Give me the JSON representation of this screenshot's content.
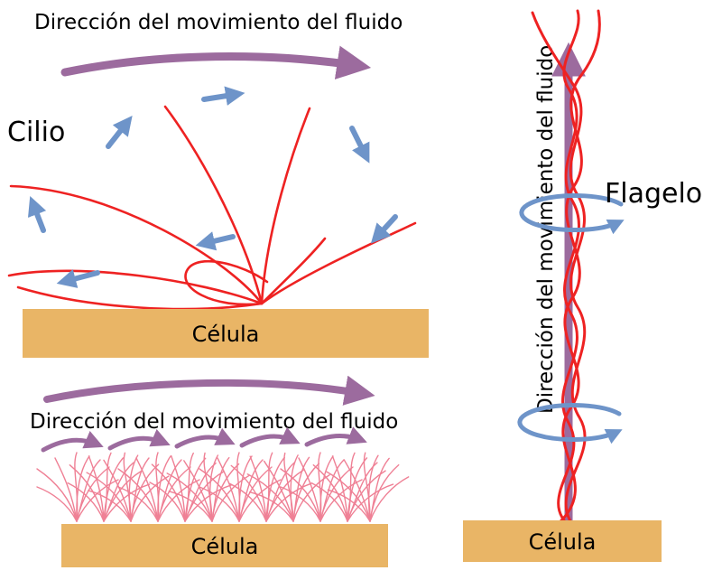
{
  "labels": {
    "flow_direction": "Dirección del movimiento del fluido",
    "cilium": "Cilio",
    "flagellum": "Flagelo",
    "cell": "Célula"
  },
  "colors": {
    "flow_arrow": "#9c6b9e",
    "cilium_stroke": "#ee2222",
    "cilia_field": "#ef8095",
    "cycle_arrow": "#6e94c9",
    "cell_fill": "#e9b566",
    "label_red": "#ee2a2a",
    "text": "#000000"
  }
}
